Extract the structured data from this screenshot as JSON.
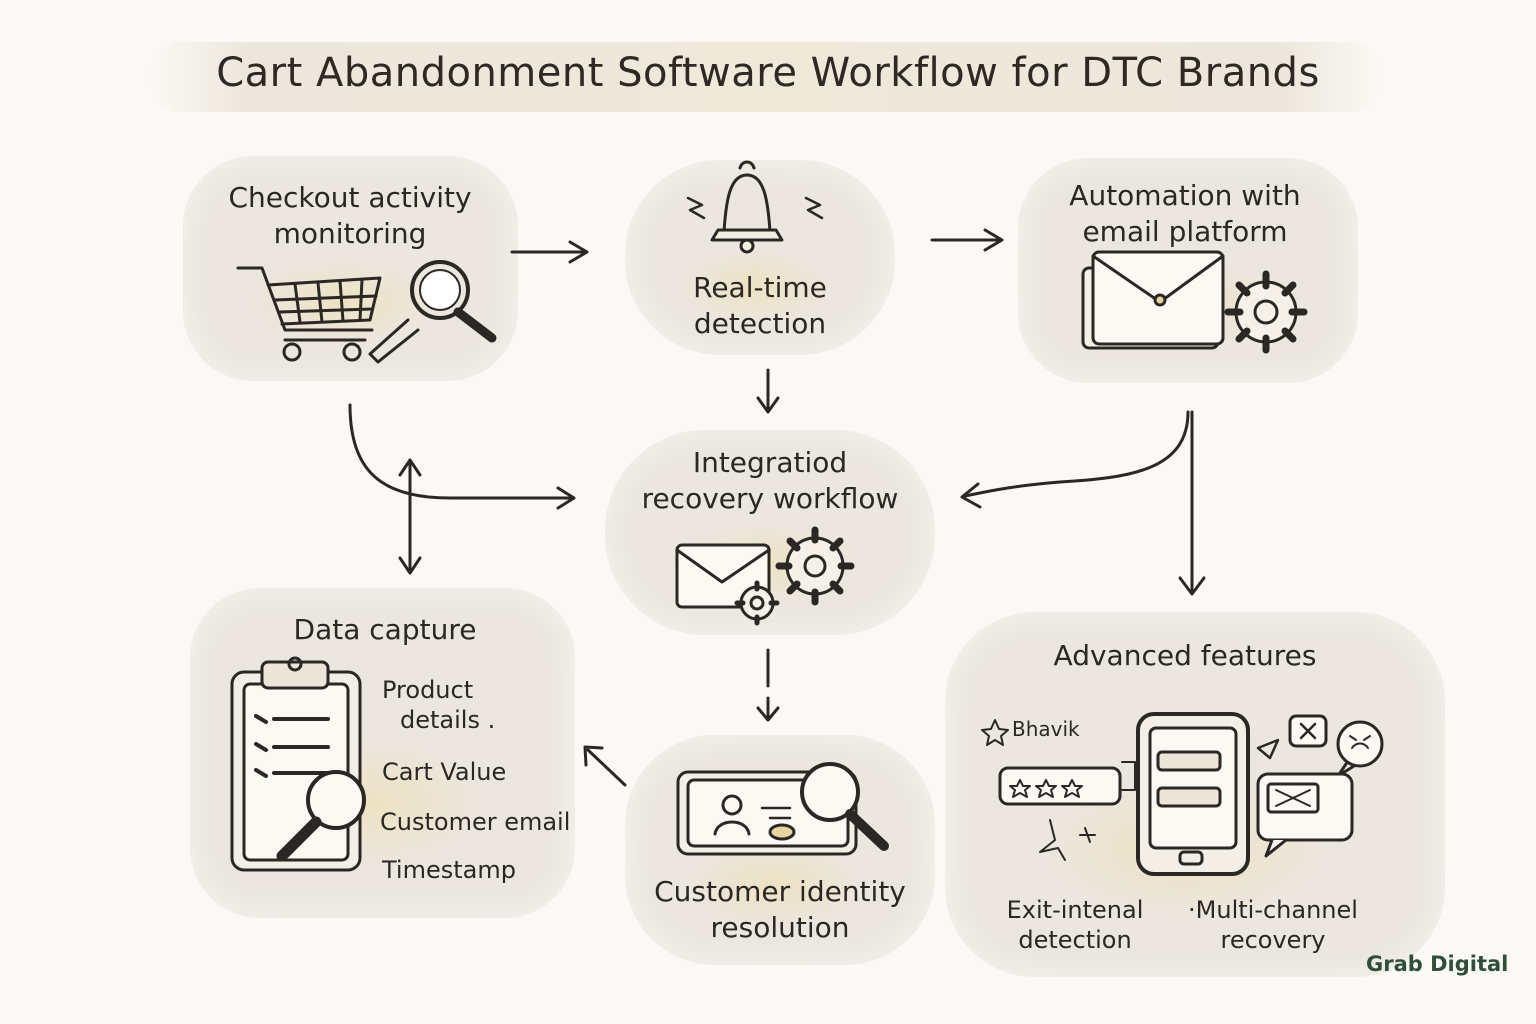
{
  "title": "Cart Abandonment Software Workflow for DTC Brands",
  "nodes": {
    "checkout": {
      "label_line1": "Checkout activity",
      "label_line2": "monitoring"
    },
    "realtime": {
      "label_line1": "Real-time",
      "label_line2": "detection"
    },
    "automation": {
      "label_line1": "Automation with",
      "label_line2": "email platform"
    },
    "integrated": {
      "label_line1": "Integratiod",
      "label_line2": "recovery workflow"
    },
    "data_capture": {
      "label": "Data capture",
      "items": [
        "Product",
        "details .",
        "Cart Value",
        "Customer email",
        "Timestamp"
      ]
    },
    "identity": {
      "label_line1": "Customer identity",
      "label_line2": "resolution"
    },
    "advanced": {
      "label": "Advanced features",
      "badge": "Bhavik",
      "feature1_line1": "Exit-intenal",
      "feature1_line2": "detection",
      "feature2_line1": "·Multi-channel",
      "feature2_line2": "recovery"
    }
  },
  "brand": "Grab Digital",
  "colors": {
    "ink": "#2b2724",
    "blob": "#ebe7e0",
    "accent": "#f0deaa",
    "brand": "#2f4f3b"
  }
}
